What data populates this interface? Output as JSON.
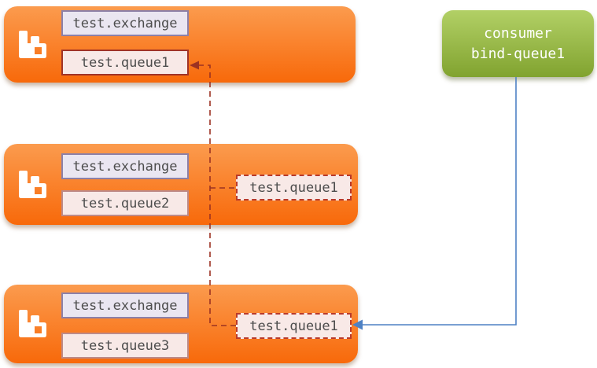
{
  "diagram": {
    "type": "rabbitmq-cluster-binding-diagram",
    "colors": {
      "node_gradient_top": "#fb9b4e",
      "node_gradient_bottom": "#f8690a",
      "exchange_bg": "#eae6f1",
      "exchange_border": "#8c80a8",
      "queue_bg": "#f8e9e7",
      "queue1_border": "#a03328",
      "queue_border": "#bd8a88",
      "ghost_border": "#b93a2b",
      "red_link": "#9c3222",
      "blue_link": "#4e81c4",
      "label_text": "#4d4d4d",
      "consumer_gradient_top": "#b2d066",
      "consumer_gradient_bottom": "#81a32f",
      "consumer_text": "#ffffff"
    },
    "nodes": [
      {
        "exchange": "test.exchange",
        "queue": "test.queue1",
        "ghost_queue": ""
      },
      {
        "exchange": "test.exchange",
        "queue": "test.queue2",
        "ghost_queue": "test.queue1"
      },
      {
        "exchange": "test.exchange",
        "queue": "test.queue3",
        "ghost_queue": "test.queue1"
      }
    ],
    "consumer": {
      "line1": "consumer",
      "line2": "bind-queue1"
    },
    "icons": {
      "broker": "rabbitmq-logo-icon"
    }
  }
}
